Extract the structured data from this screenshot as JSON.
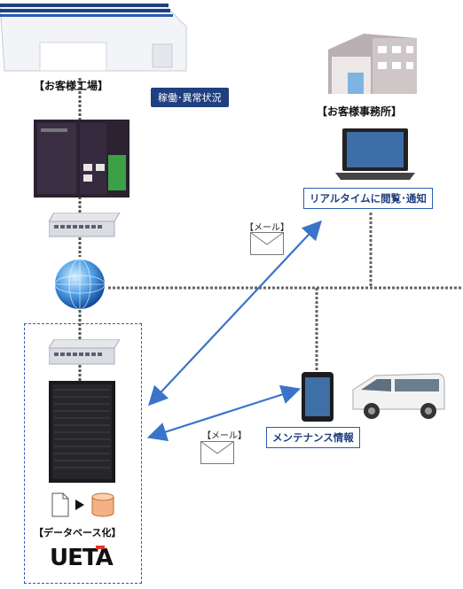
{
  "labels": {
    "factory": "【お客様工場】",
    "status_badge": "稼働･異常状況",
    "office": "【お客様事務所】",
    "realtime": "リアルタイムに閲覧･通知",
    "mail_top": "【メール】",
    "mail_bottom": "【メール】",
    "maintenance": "メンテナンス情報",
    "database": "【データベース化】",
    "logo": "UETA"
  },
  "colors": {
    "badge": "#1f3f80",
    "arrow": "#3a74c9",
    "dashed_box": "#2a5bb0",
    "logo_red": "#e0342a"
  }
}
